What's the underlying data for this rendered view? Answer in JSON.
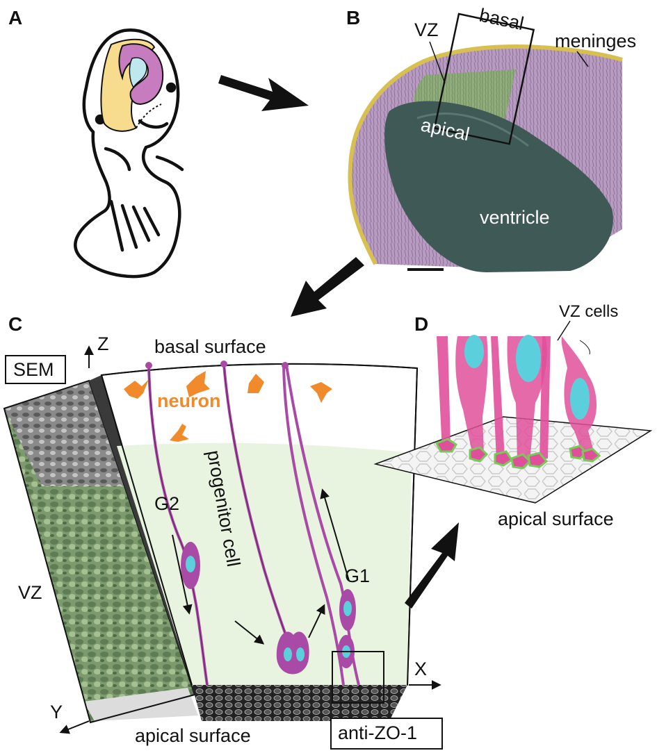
{
  "panels": {
    "a": "A",
    "b": "B",
    "c": "C",
    "d": "D"
  },
  "panel_b": {
    "vz": "VZ",
    "basal": "basal",
    "meninges": "meninges",
    "apical": "apical",
    "ventricle": "ventricle"
  },
  "panel_c": {
    "z_axis": "Z",
    "x_axis": "X",
    "y_axis": "Y",
    "sem": "SEM",
    "basal_surface": "basal surface",
    "neuron": "neuron",
    "progenitor_cell": "progenitor cell",
    "g2": "G2",
    "g1": "G1",
    "vz": "VZ",
    "apical_surface": "apical surface",
    "anti_zo1": "anti-ZO-1"
  },
  "panel_d": {
    "vz_cells": "VZ cells",
    "apical_surface": "apical surface"
  },
  "colors": {
    "brain_outer": "#f6dc8c",
    "brain_inner": "#c77cbf",
    "ventricle_a": "#bfe8ee",
    "tissue_purple": "#b79bc0",
    "vz_green": "#8fae78",
    "ventricle_gray": "#3f5a56",
    "meninges_yellow": "#d8c050",
    "progenitor": "#a94ba6",
    "nucleus": "#5ccfdc",
    "neuron": "#f08a2a",
    "vz_cell": "#e0509a",
    "junction": "#79c95a",
    "vz_background": "#e8f3e0"
  }
}
